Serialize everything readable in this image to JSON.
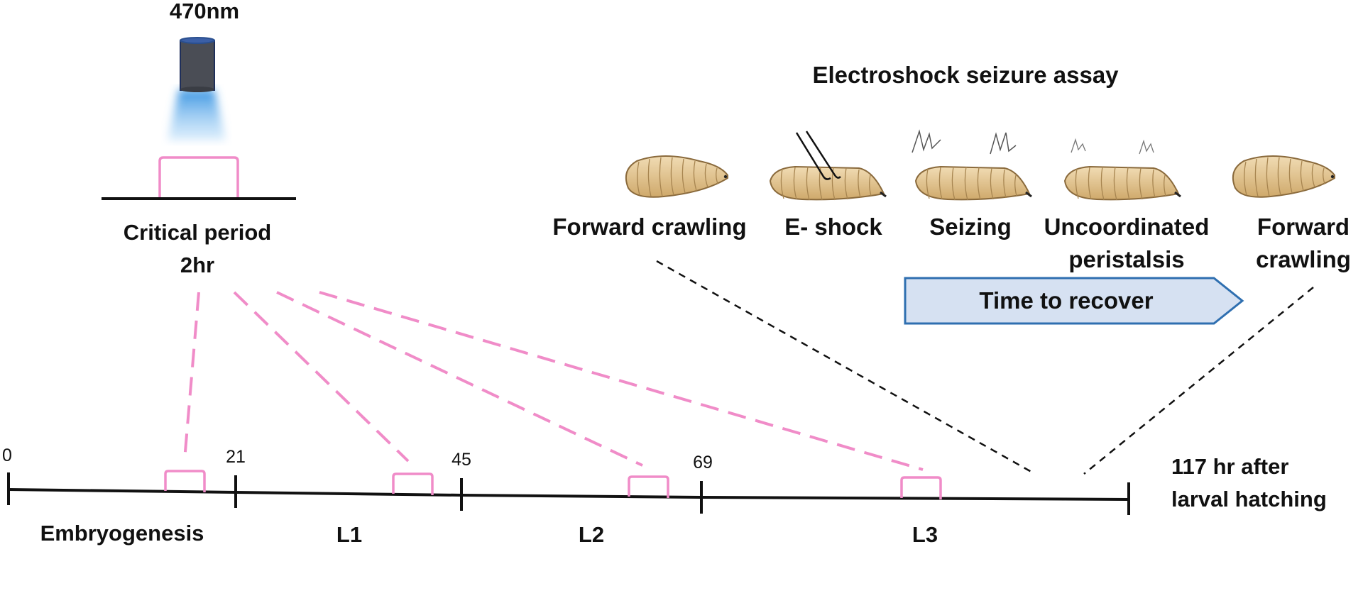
{
  "light": {
    "wavelength_label": "470nm"
  },
  "critical_period": {
    "line1": "Critical period",
    "line2": "2hr"
  },
  "assay": {
    "title": "Electroshock seizure assay",
    "stages": [
      {
        "line1": "Forward crawling",
        "line2": ""
      },
      {
        "line1": "E- shock",
        "line2": ""
      },
      {
        "line1": "Seizing",
        "line2": ""
      },
      {
        "line1": "Uncoordinated",
        "line2": "peristalsis"
      },
      {
        "line1": "Forward",
        "line2": "crawling"
      }
    ],
    "recovery_arrow_label": "Time to recover"
  },
  "timeline": {
    "ticks": [
      "0",
      "21",
      "45",
      "69"
    ],
    "end_label_line1": "117 hr after",
    "end_label_line2": "larval hatching",
    "phases": [
      "Embryogenesis",
      "L1",
      "L2",
      "L3"
    ]
  },
  "colors": {
    "pulse_pink": "#f08cc8",
    "light_blue": "#4aa3e8",
    "lamp_body": "#4a4d55",
    "lamp_rim": "#2a4f8f",
    "arrow_fill": "#d6e1f2",
    "arrow_stroke": "#2f6fb0",
    "larva_fill": "#e3c99a",
    "larva_stroke": "#8a6a3c"
  }
}
